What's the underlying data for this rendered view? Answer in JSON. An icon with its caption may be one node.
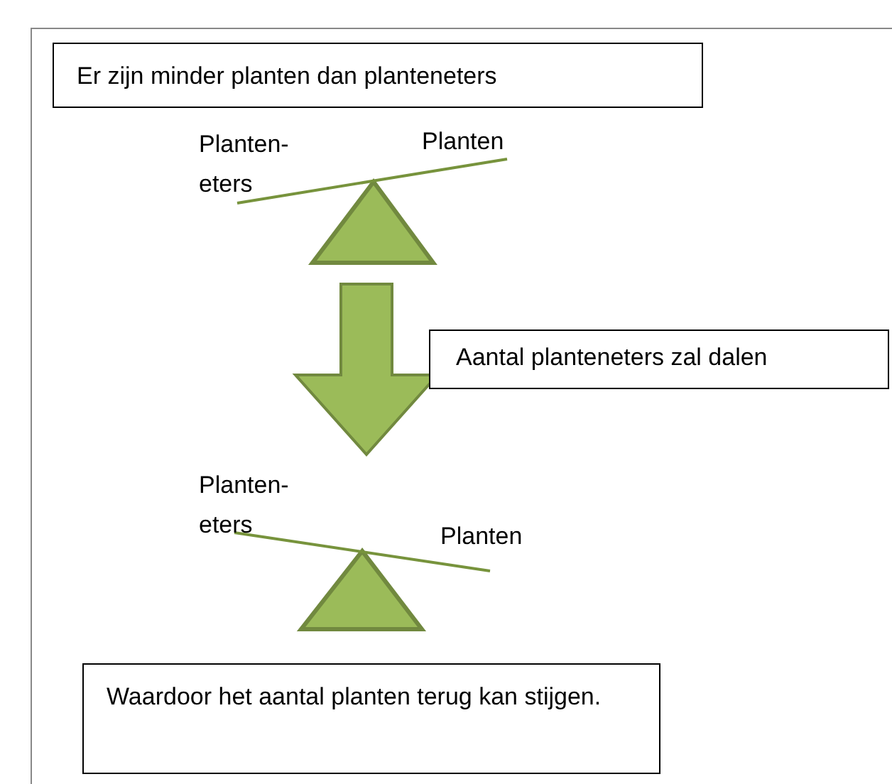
{
  "diagram": {
    "nodes": [
      {
        "text": [
          "Er zijn minder planten dan planteneters"
        ]
      },
      {
        "text": [
          "Planten- eters",
          "Planten"
        ]
      },
      {
        "text": [
          "Planten- eters",
          "Planten"
        ]
      },
      {
        "text": [
          "Aantal planteneters zal dalen"
        ]
      },
      {
        "text": [
          "Waardoor het aantal planten terug kan stijgen."
        ]
      }
    ],
    "edges": [
      {
        "from": 1,
        "to": 2,
        "arrow": "to",
        "style": "thick"
      }
    ]
  }
}
